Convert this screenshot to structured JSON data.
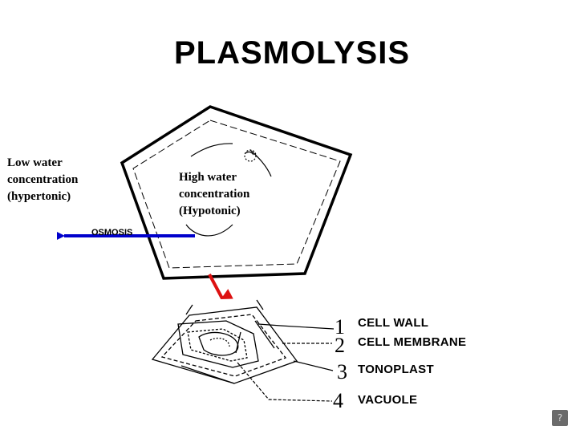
{
  "title": "PLASMOLYSIS",
  "labels": {
    "outside": [
      "Low water",
      "concentration",
      "(hypertonic)"
    ],
    "inside": [
      "High water",
      "concentration",
      "(Hypotonic)"
    ],
    "osmosis": "OSMOSIS"
  },
  "parts": [
    {
      "number": "1",
      "name": "CELL WALL"
    },
    {
      "number": "2",
      "name": "CELL MEMBRANE"
    },
    {
      "number": "3",
      "name": "TONOPLAST"
    },
    {
      "number": "4",
      "name": "VACUOLE"
    }
  ],
  "corner_button": "?",
  "colors": {
    "osmosis_arrow": "#0000cc",
    "transition_arrow": "#dd1111",
    "line": "#000000"
  }
}
